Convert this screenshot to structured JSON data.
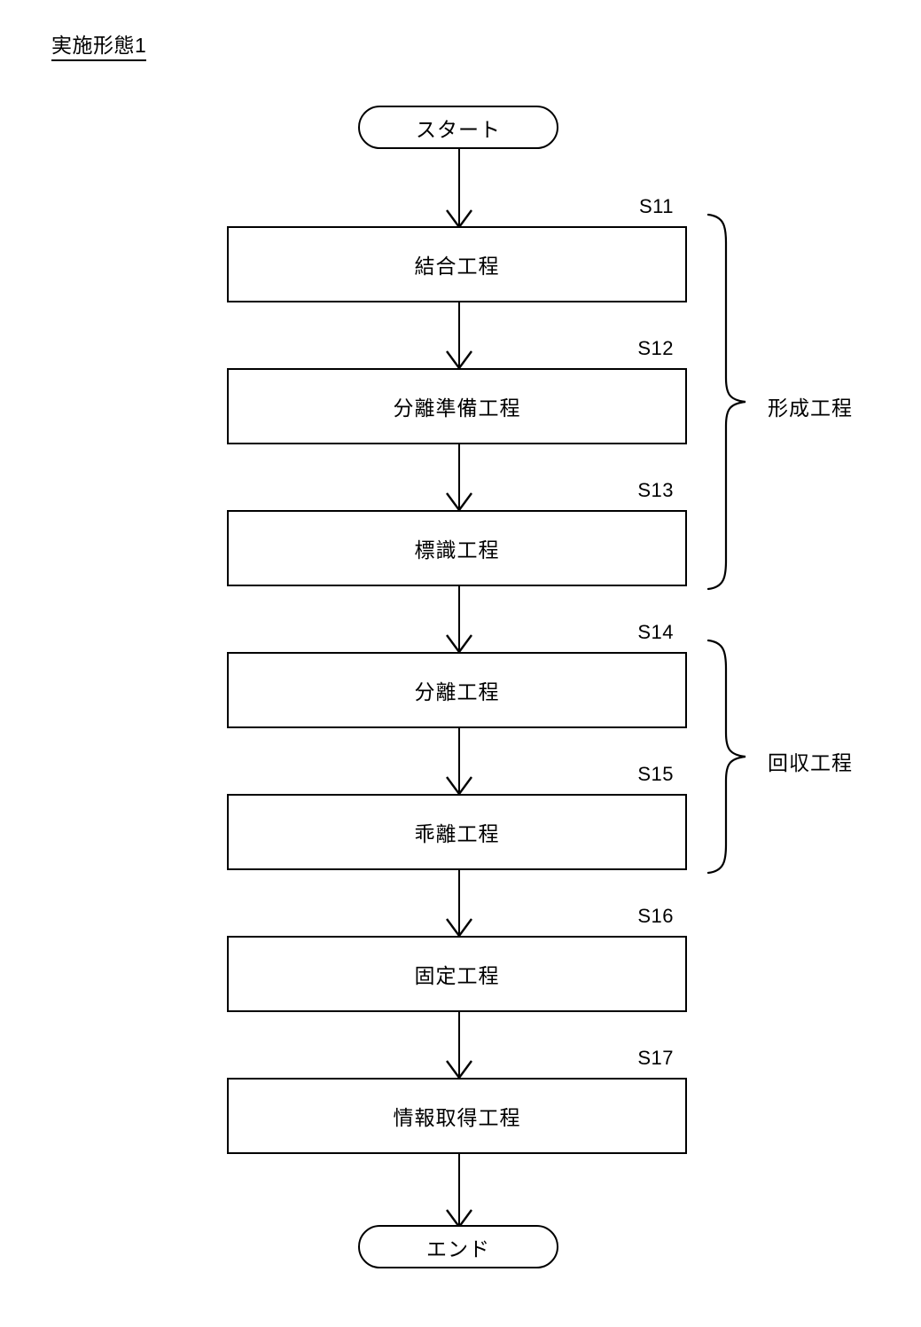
{
  "figure": {
    "title": "実施形態1"
  },
  "nodes": {
    "start": {
      "label": "スタート",
      "shape": "terminator"
    },
    "end": {
      "label": "エンド",
      "shape": "terminator"
    }
  },
  "steps": [
    {
      "id": "S11",
      "label": "結合工程"
    },
    {
      "id": "S12",
      "label": "分離準備工程"
    },
    {
      "id": "S13",
      "label": "標識工程"
    },
    {
      "id": "S14",
      "label": "分離工程"
    },
    {
      "id": "S15",
      "label": "乖離工程"
    },
    {
      "id": "S16",
      "label": "固定工程"
    },
    {
      "id": "S17",
      "label": "情報取得工程"
    }
  ],
  "groups": [
    {
      "label": "形成工程",
      "spans": "S11-S13"
    },
    {
      "label": "回収工程",
      "spans": "S14-S15"
    }
  ],
  "colors": {
    "stroke": "#000000",
    "background": "#ffffff"
  }
}
